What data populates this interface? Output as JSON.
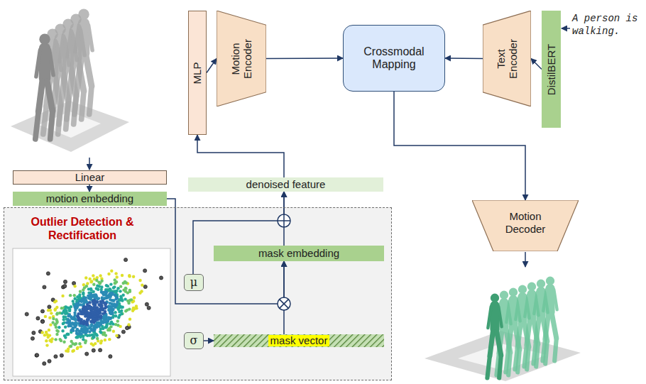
{
  "diagram": {
    "nodes": [
      {
        "text": [
          "MLP"
        ]
      },
      {
        "text": [
          "Motion Encoder"
        ]
      },
      {
        "text": [
          "Crossmodal Mapping"
        ]
      },
      {
        "text": [
          "Text Encoder"
        ]
      },
      {
        "text": [
          "DistilBERT"
        ]
      },
      {
        "text": [
          "Linear"
        ]
      },
      {
        "text": [
          "motion embedding"
        ]
      },
      {
        "text": [
          "denoised feature"
        ]
      },
      {
        "text": [
          "Motion Decoder"
        ]
      },
      {
        "text": [
          "Outlier Detection & Rectification"
        ]
      },
      {
        "text": [
          "μ"
        ],
        "in": 9
      },
      {
        "text": [
          "σ"
        ],
        "in": 9
      },
      {
        "text": [
          "mask embedding"
        ],
        "in": 9
      },
      {
        "text": [
          "mask vector"
        ],
        "in": 9
      }
    ],
    "edges": [
      {
        "from": 5,
        "to": 6,
        "arrow": "to"
      },
      {
        "from": 6,
        "to": 12,
        "arrow": "to"
      },
      {
        "from": 13,
        "to": 12,
        "arrow": "to"
      },
      {
        "from": 10,
        "to": 7,
        "arrow": "to"
      },
      {
        "from": 12,
        "to": 7,
        "arrow": "to"
      },
      {
        "from": 11,
        "to": 13,
        "arrow": "to"
      },
      {
        "from": 7,
        "to": 0,
        "arrow": "to"
      },
      {
        "from": 0,
        "to": 1,
        "arrow": "to"
      },
      {
        "from": 1,
        "to": 2,
        "arrow": "to"
      },
      {
        "from": 3,
        "to": 2,
        "arrow": "to"
      },
      {
        "from": 4,
        "to": 3,
        "arrow": "to"
      },
      {
        "from": 2,
        "to": 8,
        "arrow": "to"
      }
    ],
    "labels": [
      "A person is walking."
    ]
  }
}
